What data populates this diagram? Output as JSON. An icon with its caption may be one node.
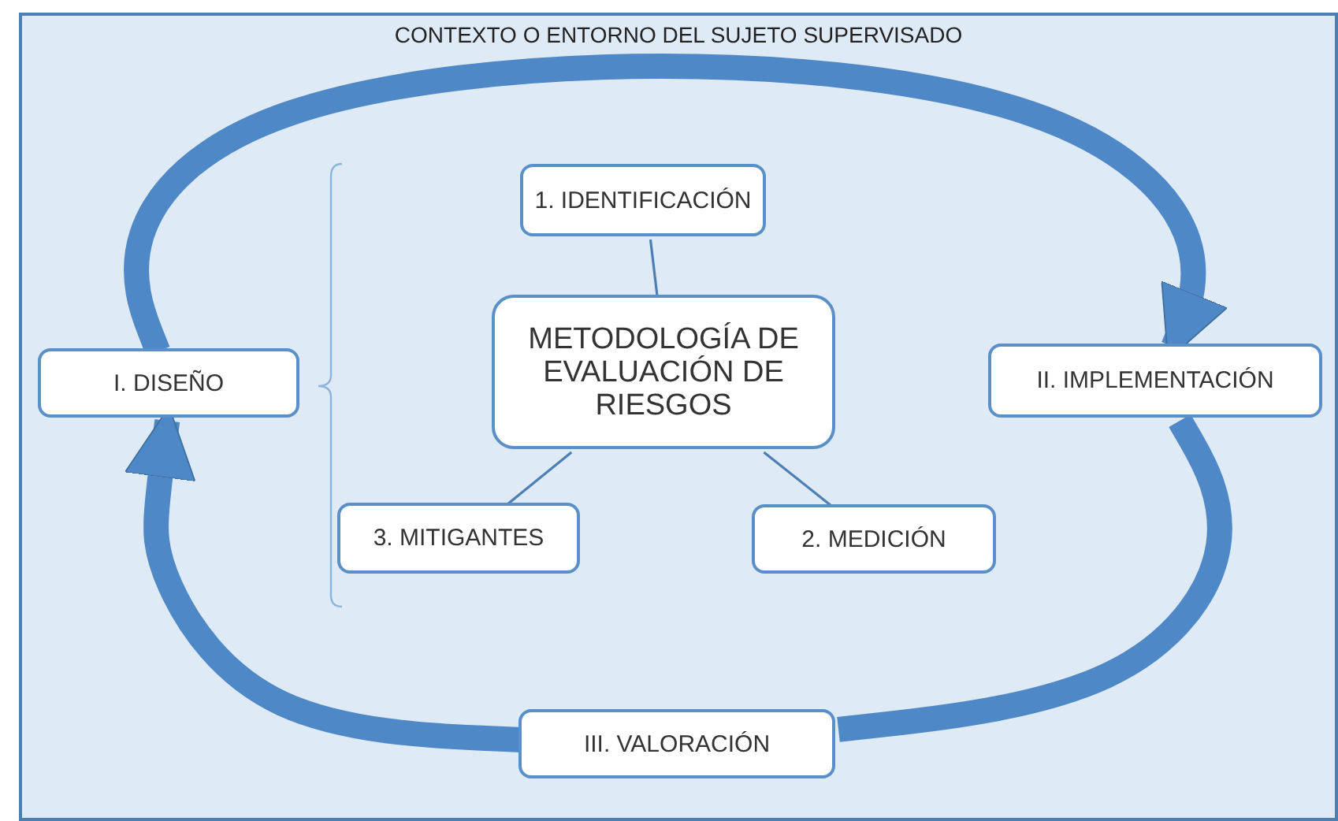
{
  "diagram": {
    "nodes": [
      {
        "text": [
          "CONTEXTO O ENTORNO DEL SUJETO SUPERVISADO"
        ]
      },
      {
        "text": [
          "I. DISEÑO"
        ],
        "in": 0
      },
      {
        "text": [
          "1. IDENTIFICACIÓN"
        ],
        "in": 0
      },
      {
        "text": [
          "METODOLOGÍA DE EVALUACIÓN DE RIESGOS"
        ],
        "in": 0
      },
      {
        "text": [
          "II. IMPLEMENTACIÓN"
        ],
        "in": 0
      },
      {
        "text": [
          "3. MITIGANTES"
        ],
        "in": 0
      },
      {
        "text": [
          "2. MEDICIÓN"
        ],
        "in": 0
      },
      {
        "text": [
          "III. VALORACIÓN"
        ],
        "in": 0
      }
    ],
    "edges": [
      {
        "from": 1,
        "to": 4,
        "arrow": "to",
        "style": "thick"
      },
      {
        "from": 4,
        "to": 7,
        "arrow": "none",
        "style": "thick"
      },
      {
        "from": 7,
        "to": 1,
        "arrow": "to",
        "style": "thick"
      },
      {
        "from": 2,
        "to": 3,
        "arrow": "none"
      },
      {
        "from": 3,
        "to": 5,
        "arrow": "none"
      },
      {
        "from": 3,
        "to": 6,
        "arrow": "none"
      }
    ]
  }
}
